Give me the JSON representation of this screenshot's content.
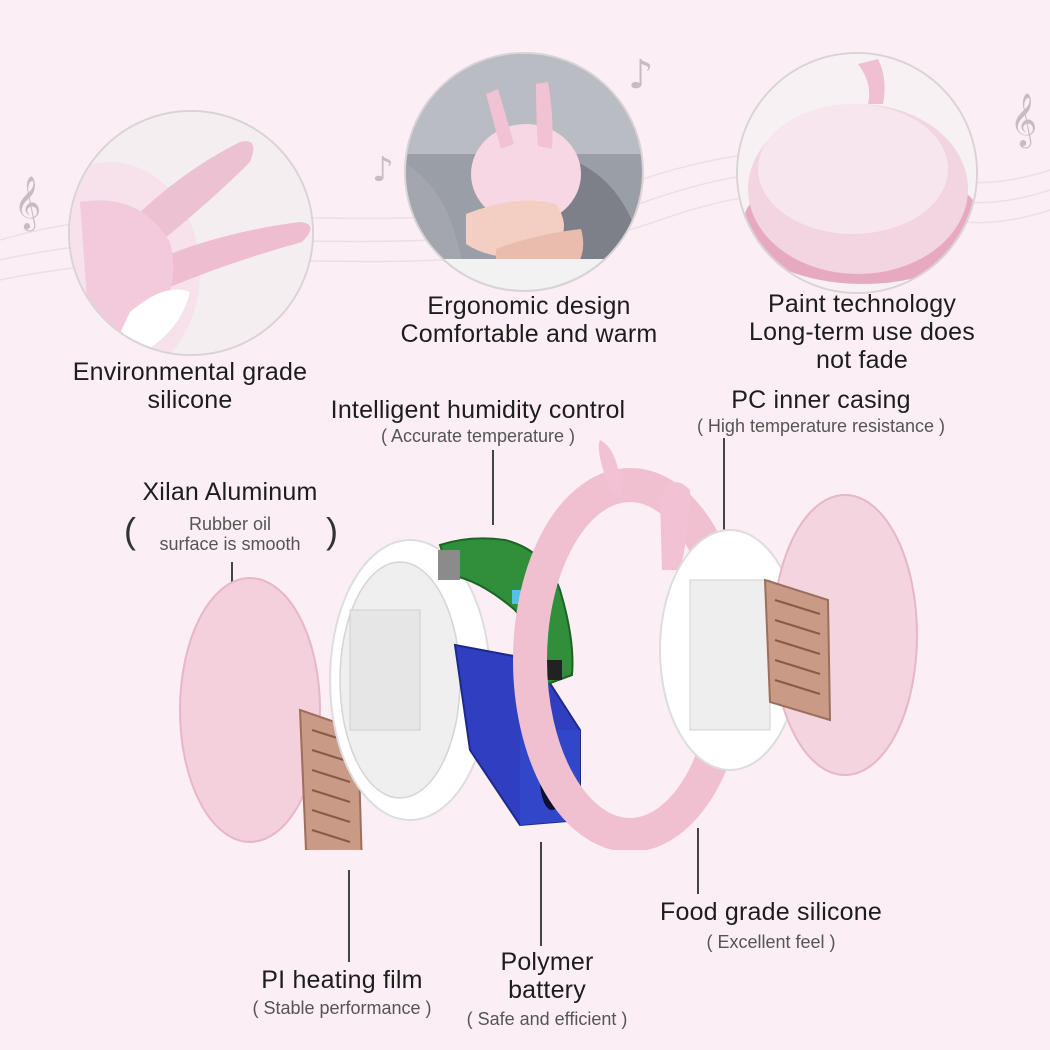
{
  "photos": {
    "left_caption": [
      "Environmental grade",
      "silicone"
    ],
    "center_caption": [
      "Ergonomic design",
      "Comfortable and warm"
    ],
    "right_caption": [
      "Paint technology",
      "Long-term use does",
      "not fade"
    ]
  },
  "parts": {
    "humidity": {
      "title": "Intelligent humidity control",
      "note": "( Accurate temperature )"
    },
    "pc_casing": {
      "title": "PC inner casing",
      "note": "( High temperature resistance )"
    },
    "aluminum": {
      "title": "Xilan Aluminum",
      "note_line1": "Rubber oil",
      "note_line2": "surface is smooth",
      "paren_open": "(",
      "paren_close": ")"
    },
    "pi_film": {
      "title": "PI heating film",
      "note": "( Stable performance )"
    },
    "battery": {
      "title_line1": "Polymer",
      "title_line2": "battery",
      "note": "( Safe and efficient )"
    },
    "food_silicone": {
      "title": "Food grade silicone",
      "note": "( Excellent feel )"
    }
  },
  "decor": {
    "music_note_icon": "music-note-icon",
    "treble_clef_icon": "treble-clef-icon"
  },
  "colors": {
    "background": "#fbeef4",
    "pink": "#f2c6d6",
    "battery_blue": "#2a3bb5",
    "pcb_green": "#2f8f3a"
  }
}
